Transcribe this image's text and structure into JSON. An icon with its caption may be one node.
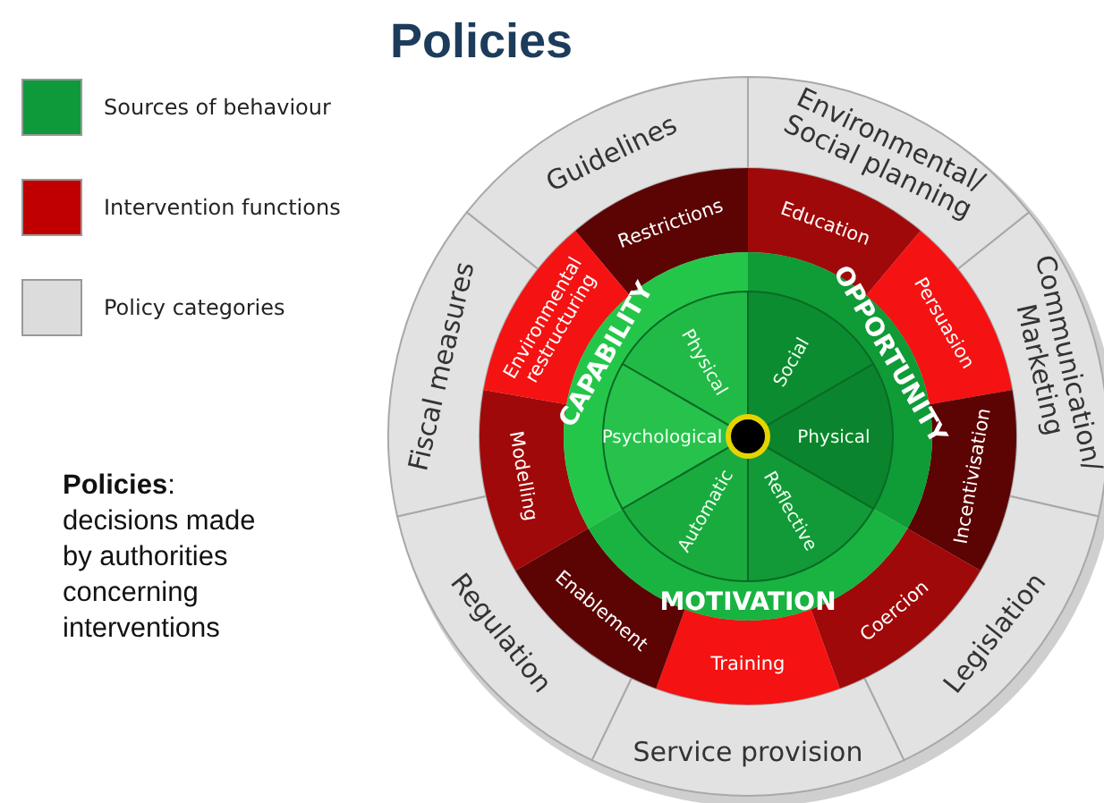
{
  "diagram": {
    "title": "Policies",
    "nodes": [
      {
        "text": [
          "Guidelines"
        ]
      },
      {
        "text": [
          "Environmental/ Social planning"
        ]
      },
      {
        "text": [
          "Communication/ Marketing"
        ]
      },
      {
        "text": [
          "Legislation"
        ]
      },
      {
        "text": [
          "Service provision"
        ]
      },
      {
        "text": [
          "Regulation"
        ]
      },
      {
        "text": [
          "Fiscal measures"
        ]
      },
      {
        "text": [
          "Restrictions"
        ]
      },
      {
        "text": [
          "Education"
        ]
      },
      {
        "text": [
          "Persuasion"
        ]
      },
      {
        "text": [
          "Incentivisation"
        ]
      },
      {
        "text": [
          "Coercion"
        ]
      },
      {
        "text": [
          "Training"
        ]
      },
      {
        "text": [
          "Enablement"
        ]
      },
      {
        "text": [
          "Modelling"
        ]
      },
      {
        "text": [
          "Environmental restructuring"
        ]
      },
      {
        "text": [
          "CAPABILITY"
        ]
      },
      {
        "text": [
          "Physical"
        ],
        "in": 16
      },
      {
        "text": [
          "Psychological"
        ],
        "in": 16
      },
      {
        "text": [
          "OPPORTUNITY"
        ]
      },
      {
        "text": [
          "Social"
        ],
        "in": 19
      },
      {
        "text": [
          "Physical"
        ],
        "in": 19
      },
      {
        "text": [
          "MOTIVATION"
        ]
      },
      {
        "text": [
          "Reflective"
        ],
        "in": 22
      },
      {
        "text": [
          "Automatic"
        ],
        "in": 22
      }
    ],
    "labels": [
      "**Policies**: decisions made by authorities concerning interventions"
    ],
    "legend": [
      {
        "text": "Sources of behaviour",
        "color": "#0e9a3a"
      },
      {
        "text": "Intervention functions",
        "color": "#c00000"
      },
      {
        "text": "Policy categories",
        "color": "#dcdcdc"
      }
    ]
  }
}
